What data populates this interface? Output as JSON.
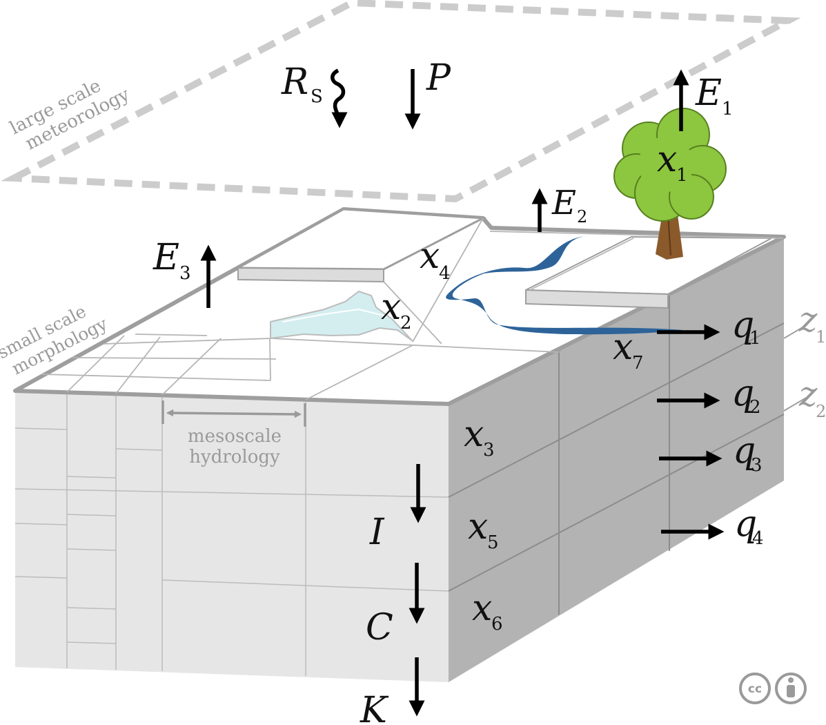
{
  "annotations": {
    "meteorology": [
      "large scale",
      "meteorology"
    ],
    "morphology": [
      "small scale",
      "morphology"
    ],
    "hydrology": [
      "mesoscale",
      "hydrology"
    ]
  },
  "fluxes": {
    "rs": {
      "sym": "R",
      "sub": "S"
    },
    "p": {
      "sym": "P"
    },
    "e1": {
      "sym": "E",
      "sub": "1"
    },
    "e2": {
      "sym": "E",
      "sub": "2"
    },
    "e3": {
      "sym": "E",
      "sub": "3"
    },
    "i": {
      "sym": "I"
    },
    "c": {
      "sym": "C"
    },
    "k": {
      "sym": "K"
    },
    "q1": {
      "sym": "q",
      "sub": "1"
    },
    "q2": {
      "sym": "q",
      "sub": "2"
    },
    "q3": {
      "sym": "q",
      "sub": "3"
    },
    "q4": {
      "sym": "q",
      "sub": "4"
    }
  },
  "states": {
    "x1": {
      "sym": "x",
      "sub": "1"
    },
    "x2": {
      "sym": "x",
      "sub": "2"
    },
    "x3": {
      "sym": "x",
      "sub": "3"
    },
    "x4": {
      "sym": "x",
      "sub": "4"
    },
    "x5": {
      "sym": "x",
      "sub": "5"
    },
    "x6": {
      "sym": "x",
      "sub": "6"
    },
    "x7": {
      "sym": "x",
      "sub": "7"
    }
  },
  "depths": {
    "z1": {
      "sym": "z",
      "sub": "1"
    },
    "z2": {
      "sym": "z",
      "sub": "2"
    }
  },
  "license": {
    "cc": "cc",
    "by": "BY"
  },
  "colors": {
    "river": "#2d6399",
    "tree_canopy": "#8dc63f",
    "tree_trunk": "#8b5a2b",
    "snow": "#d4eef0",
    "soil_front": "#e6e6e6",
    "soil_side": "#b3b3b3",
    "outline": "#9e9e9e"
  }
}
